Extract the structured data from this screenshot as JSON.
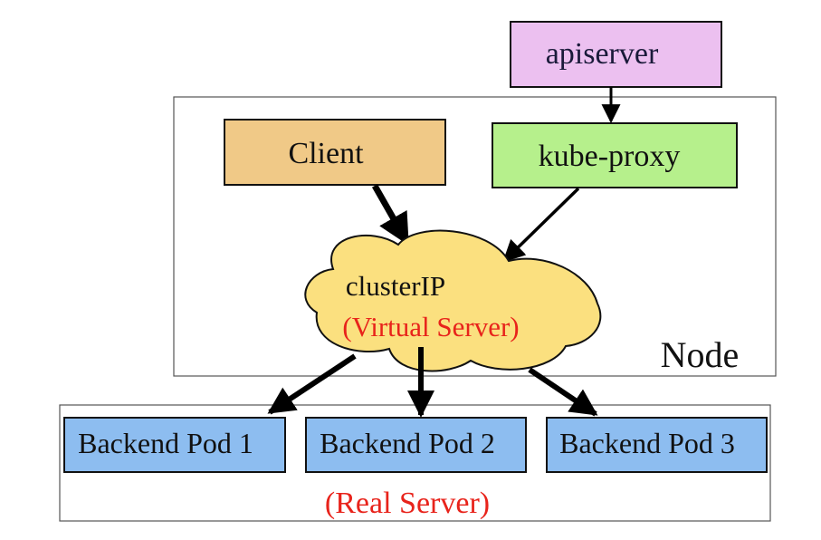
{
  "diagram": {
    "nodes": {
      "apiserver": {
        "label": "apiserver",
        "fill": "#ecc0f0"
      },
      "client": {
        "label": "Client",
        "fill": "#f0c987"
      },
      "kube_proxy": {
        "label": "kube-proxy",
        "fill": "#b6f08c"
      },
      "cluster_ip": {
        "label": "clusterIP",
        "sublabel": "(Virtual Server)",
        "fill": "#fbe07f",
        "sublabel_color": "#e8231b"
      },
      "pods": [
        {
          "label": "Backend Pod 1",
          "fill": "#8dbdf0"
        },
        {
          "label": "Backend Pod 2",
          "fill": "#8dbdf0"
        },
        {
          "label": "Backend Pod 3",
          "fill": "#8dbdf0"
        }
      ]
    },
    "groups": {
      "node": {
        "label": "Node"
      },
      "real_server": {
        "label": "(Real Server)",
        "label_color": "#e8231b"
      }
    },
    "edges": [
      {
        "from": "apiserver",
        "to": "kube-proxy"
      },
      {
        "from": "Client",
        "to": "clusterIP"
      },
      {
        "from": "kube-proxy",
        "to": "clusterIP"
      },
      {
        "from": "clusterIP",
        "to": "Backend Pod 1"
      },
      {
        "from": "clusterIP",
        "to": "Backend Pod 2"
      },
      {
        "from": "clusterIP",
        "to": "Backend Pod 3"
      }
    ]
  }
}
